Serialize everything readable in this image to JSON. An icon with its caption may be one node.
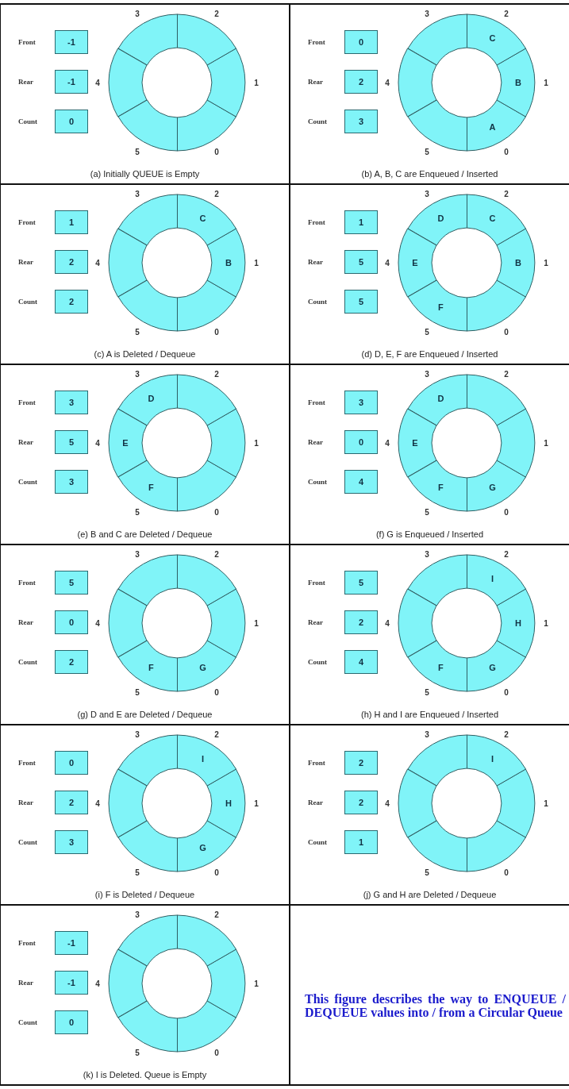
{
  "diagram": {
    "nodes": [
      {
        "text": [
          "(a) Initially QUEUE is Empty"
        ]
      },
      {
        "text": [
          "-1"
        ],
        "beside": [
          "Front"
        ],
        "in": 0
      },
      {
        "text": [
          "-1"
        ],
        "beside": [
          "Rear"
        ],
        "in": 0
      },
      {
        "text": [
          "0"
        ],
        "beside": [
          "Count"
        ],
        "in": 0
      },
      {
        "text": [],
        "shape": "segment",
        "in": 0
      },
      {
        "text": [],
        "shape": "segment",
        "in": 0
      },
      {
        "text": [],
        "shape": "segment",
        "in": 0
      },
      {
        "text": [],
        "shape": "segment",
        "in": 0
      },
      {
        "text": [],
        "shape": "segment",
        "in": 0
      },
      {
        "text": [],
        "shape": "segment",
        "in": 0
      },
      {
        "text": [
          "(b) A, B, C are Enqueued / Inserted"
        ]
      },
      {
        "text": [
          "0"
        ],
        "beside": [
          "Front"
        ],
        "in": 10
      },
      {
        "text": [
          "2"
        ],
        "beside": [
          "Rear"
        ],
        "in": 10
      },
      {
        "text": [
          "3"
        ],
        "beside": [
          "Count"
        ],
        "in": 10
      },
      {
        "text": [
          "A"
        ],
        "in": 10
      },
      {
        "text": [
          "B"
        ],
        "in": 10
      },
      {
        "text": [
          "C"
        ],
        "in": 10
      },
      {
        "text": [],
        "shape": "segment",
        "in": 10
      },
      {
        "text": [],
        "shape": "segment",
        "in": 10
      },
      {
        "text": [],
        "shape": "segment",
        "in": 10
      },
      {
        "text": [
          "(c) A is Deleted / Dequeue"
        ]
      },
      {
        "text": [
          "1"
        ],
        "beside": [
          "Front"
        ],
        "in": 20
      },
      {
        "text": [
          "2"
        ],
        "beside": [
          "Rear"
        ],
        "in": 20
      },
      {
        "text": [
          "2"
        ],
        "beside": [
          "Count"
        ],
        "in": 20
      },
      {
        "text": [],
        "shape": "segment",
        "in": 20
      },
      {
        "text": [
          "B"
        ],
        "in": 20
      },
      {
        "text": [
          "C"
        ],
        "in": 20
      },
      {
        "text": [],
        "shape": "segment",
        "in": 20
      },
      {
        "text": [],
        "shape": "segment",
        "in": 20
      },
      {
        "text": [],
        "shape": "segment",
        "in": 20
      },
      {
        "text": [
          "(d) D, E, F are Enqueued / Inserted"
        ]
      },
      {
        "text": [
          "1"
        ],
        "beside": [
          "Front"
        ],
        "in": 30
      },
      {
        "text": [
          "5"
        ],
        "beside": [
          "Rear"
        ],
        "in": 30
      },
      {
        "text": [
          "5"
        ],
        "beside": [
          "Count"
        ],
        "in": 30
      },
      {
        "text": [],
        "shape": "segment",
        "in": 30
      },
      {
        "text": [
          "B"
        ],
        "in": 30
      },
      {
        "text": [
          "C"
        ],
        "in": 30
      },
      {
        "text": [
          "D"
        ],
        "in": 30
      },
      {
        "text": [
          "E"
        ],
        "in": 30
      },
      {
        "text": [
          "F"
        ],
        "in": 30
      },
      {
        "text": [
          "(e) B and C are Deleted / Dequeue"
        ]
      },
      {
        "text": [
          "3"
        ],
        "beside": [
          "Front"
        ],
        "in": 40
      },
      {
        "text": [
          "5"
        ],
        "beside": [
          "Rear"
        ],
        "in": 40
      },
      {
        "text": [
          "3"
        ],
        "beside": [
          "Count"
        ],
        "in": 40
      },
      {
        "text": [],
        "shape": "segment",
        "in": 40
      },
      {
        "text": [],
        "shape": "segment",
        "in": 40
      },
      {
        "text": [],
        "shape": "segment",
        "in": 40
      },
      {
        "text": [
          "D"
        ],
        "in": 40
      },
      {
        "text": [
          "E"
        ],
        "in": 40
      },
      {
        "text": [
          "F"
        ],
        "in": 40
      },
      {
        "text": [
          "(f) G is Enqueued / Inserted"
        ]
      },
      {
        "text": [
          "3"
        ],
        "beside": [
          "Front"
        ],
        "in": 50
      },
      {
        "text": [
          "0"
        ],
        "beside": [
          "Rear"
        ],
        "in": 50
      },
      {
        "text": [
          "4"
        ],
        "beside": [
          "Count"
        ],
        "in": 50
      },
      {
        "text": [
          "G"
        ],
        "in": 50
      },
      {
        "text": [],
        "shape": "segment",
        "in": 50
      },
      {
        "text": [],
        "shape": "segment",
        "in": 50
      },
      {
        "text": [
          "D"
        ],
        "in": 50
      },
      {
        "text": [
          "E"
        ],
        "in": 50
      },
      {
        "text": [
          "F"
        ],
        "in": 50
      },
      {
        "text": [
          "(g) D and E are Deleted / Dequeue"
        ]
      },
      {
        "text": [
          "5"
        ],
        "beside": [
          "Front"
        ],
        "in": 60
      },
      {
        "text": [
          "0"
        ],
        "beside": [
          "Rear"
        ],
        "in": 60
      },
      {
        "text": [
          "2"
        ],
        "beside": [
          "Count"
        ],
        "in": 60
      },
      {
        "text": [
          "G"
        ],
        "in": 60
      },
      {
        "text": [],
        "shape": "segment",
        "in": 60
      },
      {
        "text": [],
        "shape": "segment",
        "in": 60
      },
      {
        "text": [],
        "shape": "segment",
        "in": 60
      },
      {
        "text": [],
        "shape": "segment",
        "in": 60
      },
      {
        "text": [
          "F"
        ],
        "in": 60
      },
      {
        "text": [
          "(h) H and I are Enqueued / Inserted"
        ]
      },
      {
        "text": [
          "5"
        ],
        "beside": [
          "Front"
        ],
        "in": 70
      },
      {
        "text": [
          "2"
        ],
        "beside": [
          "Rear"
        ],
        "in": 70
      },
      {
        "text": [
          "4"
        ],
        "beside": [
          "Count"
        ],
        "in": 70
      },
      {
        "text": [
          "G"
        ],
        "in": 70
      },
      {
        "text": [
          "H"
        ],
        "in": 70
      },
      {
        "text": [
          "I"
        ],
        "in": 70
      },
      {
        "text": [],
        "shape": "segment",
        "in": 70
      },
      {
        "text": [],
        "shape": "segment",
        "in": 70
      },
      {
        "text": [
          "F"
        ],
        "in": 70
      },
      {
        "text": [
          "(i) F is Deleted / Dequeue"
        ]
      },
      {
        "text": [
          "0"
        ],
        "beside": [
          "Front"
        ],
        "in": 80
      },
      {
        "text": [
          "2"
        ],
        "beside": [
          "Rear"
        ],
        "in": 80
      },
      {
        "text": [
          "3"
        ],
        "beside": [
          "Count"
        ],
        "in": 80
      },
      {
        "text": [
          "G"
        ],
        "in": 80
      },
      {
        "text": [
          "H"
        ],
        "in": 80
      },
      {
        "text": [
          "I"
        ],
        "in": 80
      },
      {
        "text": [],
        "shape": "segment",
        "in": 80
      },
      {
        "text": [],
        "shape": "segment",
        "in": 80
      },
      {
        "text": [],
        "shape": "segment",
        "in": 80
      },
      {
        "text": [
          "(j) G and H are Deleted / Dequeue"
        ]
      },
      {
        "text": [
          "2"
        ],
        "beside": [
          "Front"
        ],
        "in": 90
      },
      {
        "text": [
          "2"
        ],
        "beside": [
          "Rear"
        ],
        "in": 90
      },
      {
        "text": [
          "1"
        ],
        "beside": [
          "Count"
        ],
        "in": 90
      },
      {
        "text": [],
        "shape": "segment",
        "in": 90
      },
      {
        "text": [],
        "shape": "segment",
        "in": 90
      },
      {
        "text": [
          "I"
        ],
        "in": 90
      },
      {
        "text": [],
        "shape": "segment",
        "in": 90
      },
      {
        "text": [],
        "shape": "segment",
        "in": 90
      },
      {
        "text": [],
        "shape": "segment",
        "in": 90
      },
      {
        "text": [
          "(k) I is Deleted. Queue is Empty"
        ]
      },
      {
        "text": [
          "-1"
        ],
        "beside": [
          "Front"
        ],
        "in": 100
      },
      {
        "text": [
          "-1"
        ],
        "beside": [
          "Rear"
        ],
        "in": 100
      },
      {
        "text": [
          "0"
        ],
        "beside": [
          "Count"
        ],
        "in": 100
      },
      {
        "text": [],
        "shape": "segment",
        "in": 100
      },
      {
        "text": [],
        "shape": "segment",
        "in": 100
      },
      {
        "text": [],
        "shape": "segment",
        "in": 100
      },
      {
        "text": [],
        "shape": "segment",
        "in": 100
      },
      {
        "text": [],
        "shape": "segment",
        "in": 100
      },
      {
        "text": [],
        "shape": "segment",
        "in": 100
      }
    ],
    "labels": [
      "3",
      "2",
      "4",
      "1",
      "5",
      "0",
      "3",
      "2",
      "4",
      "1",
      "5",
      "0",
      "3",
      "2",
      "4",
      "1",
      "5",
      "0",
      "3",
      "2",
      "4",
      "1",
      "5",
      "0",
      "3",
      "2",
      "4",
      "1",
      "5",
      "0",
      "3",
      "2",
      "4",
      "1",
      "5",
      "0",
      "3",
      "2",
      "4",
      "1",
      "5",
      "0",
      "3",
      "2",
      "4",
      "1",
      "5",
      "0",
      "3",
      "2",
      "4",
      "1",
      "5",
      "0",
      "3",
      "2",
      "4",
      "1",
      "5",
      "0",
      "3",
      "2",
      "4",
      "1",
      "5",
      "0",
      "This figure describes the way to ENQUEUE / DEQUEUE values into / from a Circular Queue"
    ]
  }
}
